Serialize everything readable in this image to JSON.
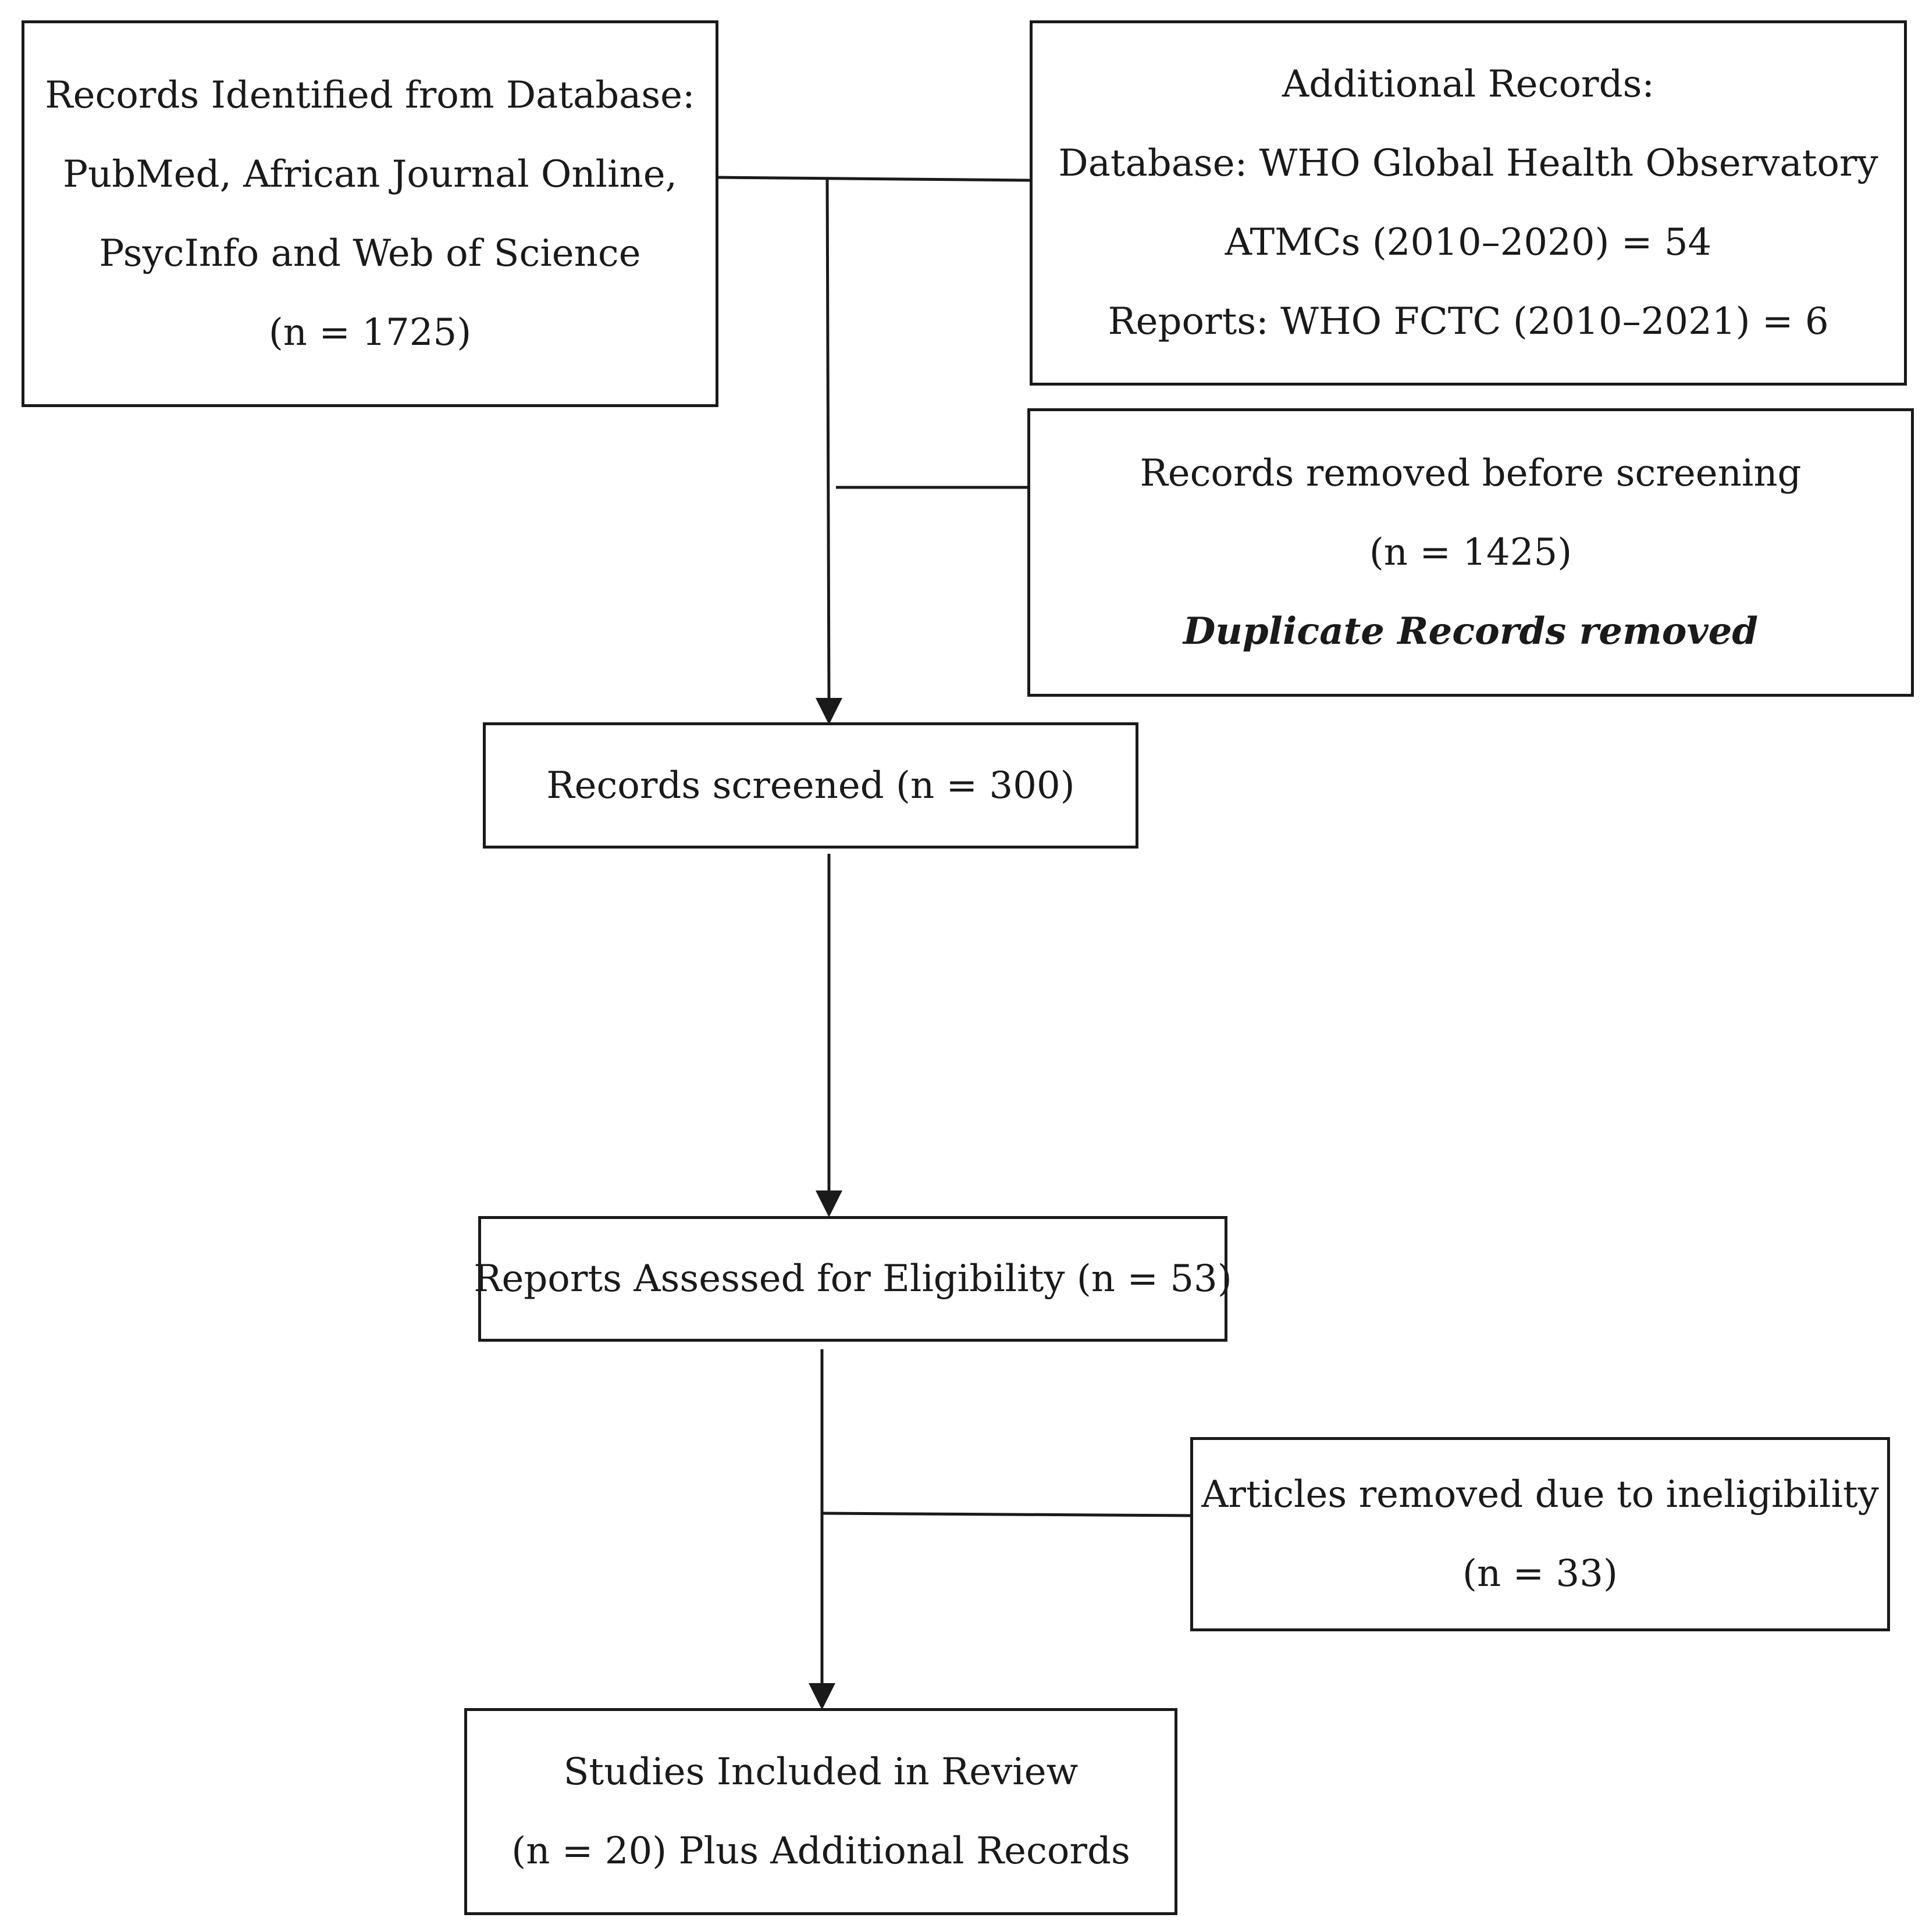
{
  "identified": {
    "lines": [
      "Records Identified from Database:",
      "PubMed, African Journal Online,",
      "PsycInfo and Web of Science",
      "(n = 1725)"
    ]
  },
  "additional": {
    "lines": [
      "Additional Records:",
      "Database: WHO Global Health Observatory",
      "ATMCs (2010–2020) = 54",
      "Reports: WHO FCTC (2010–2021) = 6"
    ]
  },
  "removed_before_screening": {
    "lines": [
      "Records removed before screening",
      "(n = 1425)"
    ],
    "note": "Duplicate Records removed"
  },
  "screened": {
    "label": "Records screened (n = 300)"
  },
  "assessed": {
    "label": "Reports Assessed for Eligibility (n = 53)"
  },
  "ineligible": {
    "lines": [
      "Articles removed due to ineligibility",
      "(n = 33)"
    ]
  },
  "included": {
    "lines": [
      "Studies Included in Review",
      "(n = 20) Plus Additional Records"
    ]
  }
}
